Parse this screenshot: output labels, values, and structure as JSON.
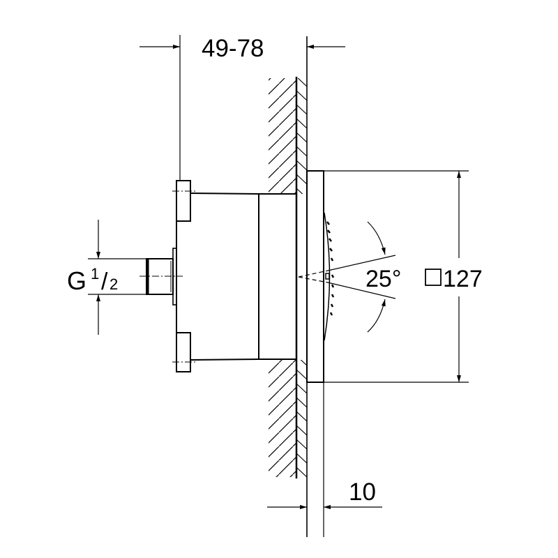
{
  "drawing": {
    "line_color": "#000000",
    "background": "#ffffff",
    "dim_depth": "49-78",
    "dim_plate_thickness": "10",
    "thread_prefix": "G",
    "thread_numerator": "1",
    "thread_slash": "/",
    "thread_denominator": "2",
    "spray_angle": "25°",
    "plate_size_symbol": "square",
    "plate_size": "127"
  }
}
